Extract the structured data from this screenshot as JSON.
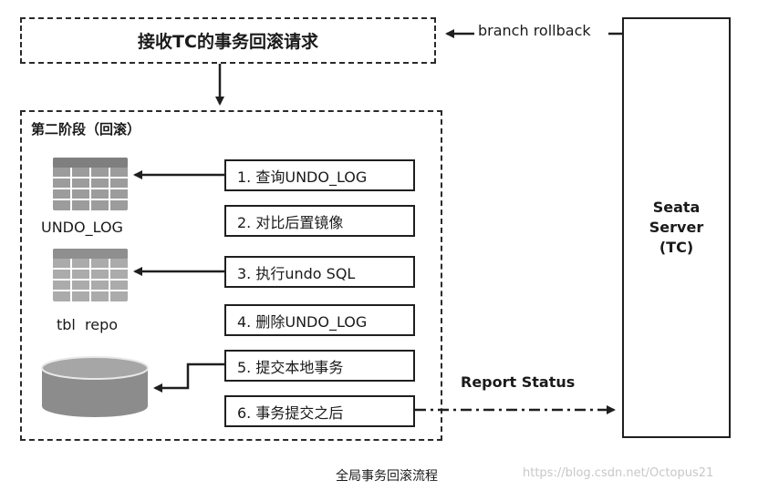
{
  "top_box": {
    "label": "接收TC的事务回滚请求"
  },
  "phase": {
    "title": "第二阶段（回滚）"
  },
  "steps": [
    "1. 查询UNDO_LOG",
    "2. 对比后置镜像",
    "3. 执行undo SQL",
    "4. 删除UNDO_LOG",
    "5. 提交本地事务",
    "6. 事务提交之后"
  ],
  "tables": {
    "undo_log_label": "UNDO_LOG",
    "repo_label": "tbl  repo"
  },
  "server": {
    "line1": "Seata",
    "line2": "Server",
    "line3": "(TC)"
  },
  "edges": {
    "branch_rollback": "branch rollback",
    "report_status": "Report Status"
  },
  "caption": "全局事务回滚流程",
  "watermark": "https://blog.csdn.net/Octopus21",
  "colors": {
    "table_header": "#8a8a8a",
    "table_body": "#9c9c9c",
    "db": "#8c8c8c",
    "line": "#1f1f1f"
  }
}
